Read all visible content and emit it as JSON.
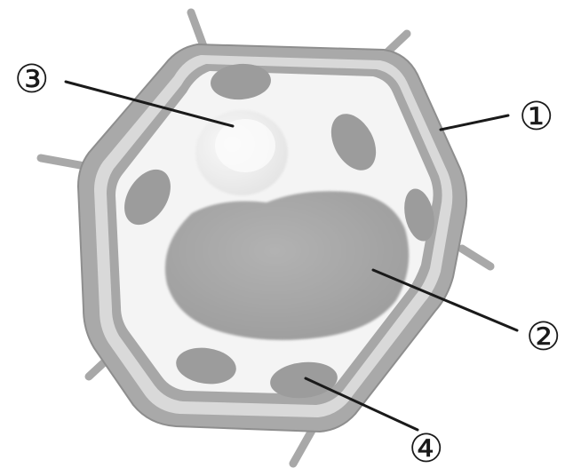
{
  "figure": {
    "colors": {
      "background": "#ffffff",
      "cell_wall": "#a9a9a9",
      "cell_wall_edge": "#8e8e8e",
      "membrane_gap": "#d8d8d8",
      "cytoplasm": "#f4f4f4",
      "nucleus": "#a5a5a5",
      "chloroplast": "#9c9c9c",
      "vacuole": "#ededed",
      "leader_line": "#1a1a1a"
    },
    "labels": [
      {
        "id": "label-1",
        "text": "①"
      },
      {
        "id": "label-2",
        "text": "②"
      },
      {
        "id": "label-3",
        "text": "③"
      },
      {
        "id": "label-4",
        "text": "④"
      }
    ]
  }
}
